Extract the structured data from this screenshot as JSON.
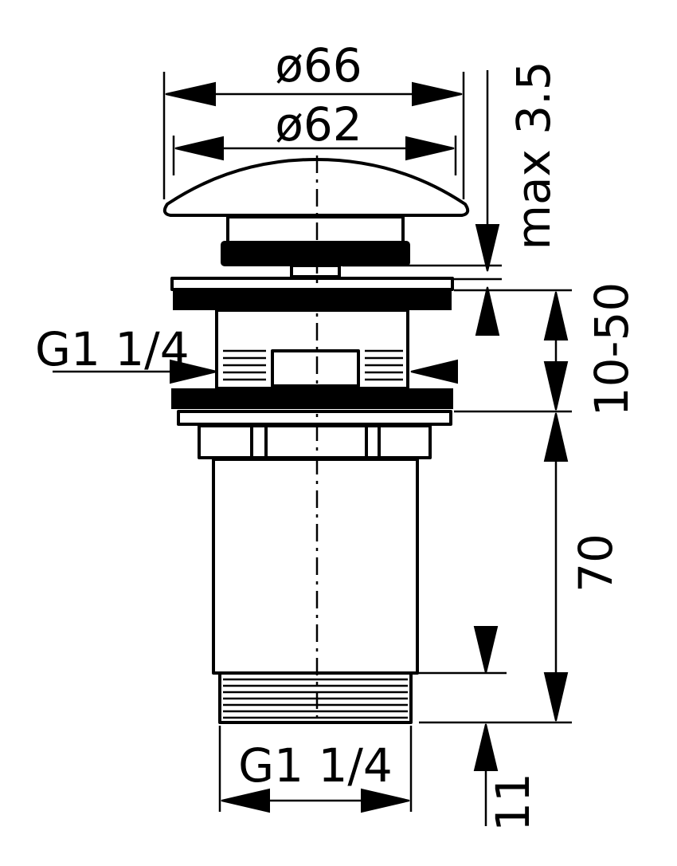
{
  "dimensions": {
    "outer_diameter": "ø66",
    "inner_diameter": "ø62",
    "max_gap": "max 3.5",
    "clamp_range": "10-50",
    "body_thread": "G1 1/4",
    "body_length": "70",
    "outlet_thread": "G1 1/4",
    "thread_length": "11"
  }
}
